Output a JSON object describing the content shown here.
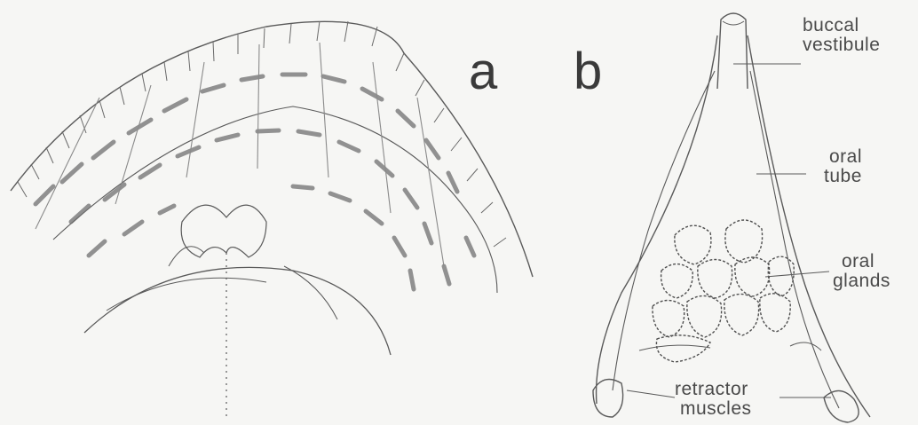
{
  "panels": {
    "a": {
      "letter": "a"
    },
    "b": {
      "letter": "b"
    }
  },
  "labels": {
    "buccal_vestibule": [
      "buccal",
      "vestibule"
    ],
    "oral_tube": [
      "oral",
      "tube"
    ],
    "oral_glands": [
      "oral",
      "glands"
    ],
    "retractor_muscles": [
      "retractor",
      "muscles"
    ]
  },
  "colors": {
    "ink": "#4a4a4a",
    "stipple": "#6f6f6f",
    "paper": "#f6f6f4"
  }
}
